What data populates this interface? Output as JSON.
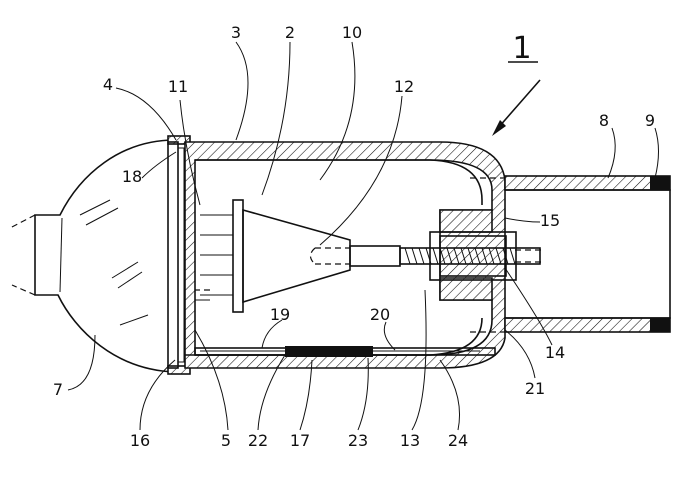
{
  "figure": {
    "labels": {
      "l1": "1",
      "l2": "2",
      "l3": "3",
      "l4": "4",
      "l5": "5",
      "l7": "7",
      "l8": "8",
      "l9": "9",
      "l10": "10",
      "l11": "11",
      "l12": "12",
      "l13": "13",
      "l14": "14",
      "l15": "15",
      "l16": "16",
      "l17": "17",
      "l18": "18",
      "l19": "19",
      "l20": "20",
      "l21": "21",
      "l22": "22",
      "l23": "23",
      "l24": "24"
    }
  }
}
